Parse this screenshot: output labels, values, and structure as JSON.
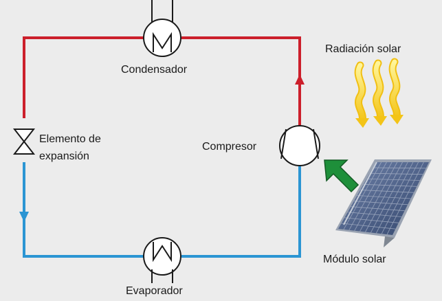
{
  "labels": {
    "condensador": "Condensador",
    "evaporador": "Evaporador",
    "compresor": "Compresor",
    "elemento_line1": "Elemento de",
    "elemento_line2": "expansión",
    "radiacion": "Radiación solar",
    "modulo": "Módulo solar"
  },
  "colors": {
    "background": "#ececec",
    "high_pressure_line": "#cc1f2b",
    "low_pressure_line": "#2b95d3",
    "component_stroke": "#1a1a1a",
    "sun_rays": "#f7d21e",
    "arrow": "#1e8f3a",
    "panel_cells": "#4a5d86"
  },
  "icons": {
    "condenser": "heat-exchanger-icon",
    "evaporator": "heat-exchanger-icon",
    "compressor": "compressor-icon",
    "expansion_valve": "expansion-valve-icon",
    "radiation": "sun-rays-icon",
    "module": "solar-panel-icon",
    "power_arrow": "green-arrow-icon"
  }
}
